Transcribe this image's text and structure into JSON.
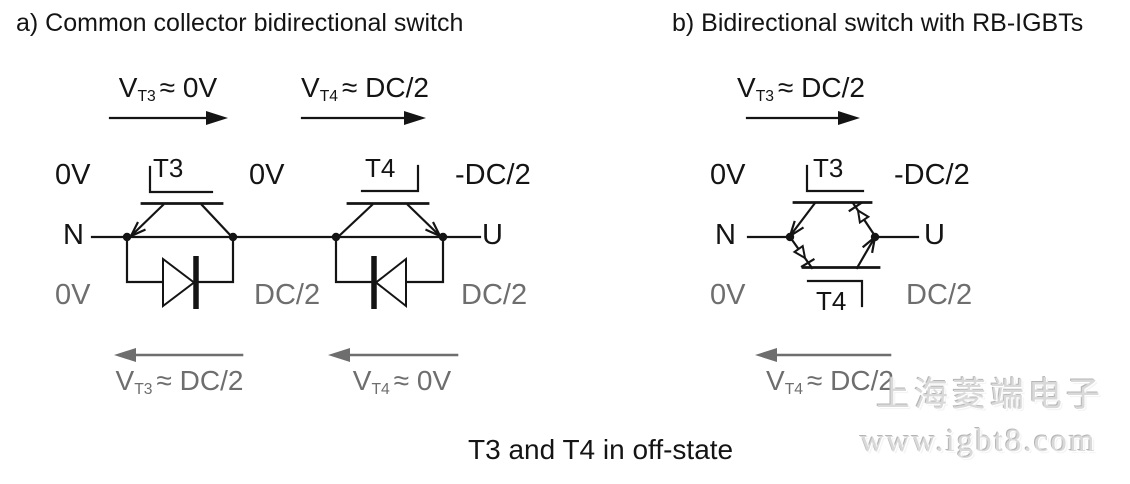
{
  "colors": {
    "background": "#ffffff",
    "ink": "#141414",
    "gray": "#6e6e6e",
    "watermark": "#d9d9d9"
  },
  "titles": {
    "a": "a) Common collector bidirectional switch",
    "b": "b) Bidirectional switch with RB-IGBTs"
  },
  "caption": "T3 and T4 in off-state",
  "panel_a": {
    "top_voltage_labels": [
      {
        "sym": "V",
        "sub": "T3",
        "val": "≈ 0V"
      },
      {
        "sym": "V",
        "sub": "T4",
        "val": "≈ DC/2"
      }
    ],
    "bottom_voltage_labels": [
      {
        "sym": "V",
        "sub": "T3",
        "val": "≈ DC/2"
      },
      {
        "sym": "V",
        "sub": "T4",
        "val": "≈ 0V"
      }
    ],
    "node_left": "N",
    "node_right": "U",
    "label_top_left": "0V",
    "transistor_1": "T3",
    "label_top_mid": "0V",
    "transistor_2": "T4",
    "label_top_right": "-DC/2",
    "label_bottom_left": "0V",
    "label_bottom_mid": "DC/2",
    "label_bottom_right": "DC/2"
  },
  "panel_b": {
    "top_voltage_label": {
      "sym": "V",
      "sub": "T3",
      "val": "≈ DC/2"
    },
    "bottom_voltage_label": {
      "sym": "V",
      "sub": "T4",
      "val": "≈ DC/2"
    },
    "node_left": "N",
    "node_right": "U",
    "label_top_left": "0V",
    "transistor_top": "T3",
    "label_top_right": "-DC/2",
    "label_bottom_left": "0V",
    "transistor_bottom": "T4",
    "label_bottom_right": "DC/2"
  },
  "watermark": {
    "line1": "上海菱端电子",
    "line2": "www.igbt8.com"
  }
}
